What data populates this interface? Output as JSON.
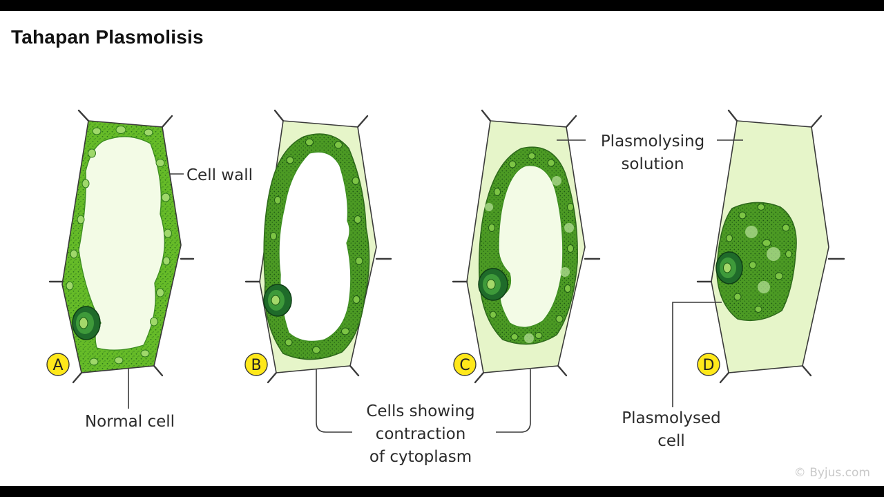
{
  "title": "Tahapan Plasmolisis",
  "cells": [
    {
      "letter": "A"
    },
    {
      "letter": "B"
    },
    {
      "letter": "C"
    },
    {
      "letter": "D"
    }
  ],
  "labels": {
    "cell_wall": "Cell wall",
    "normal_cell": "Normal cell",
    "plasmolysing_line1": "Plasmolysing",
    "plasmolysing_line2": "solution",
    "contraction_line1": "Cells showing",
    "contraction_line2": "contraction",
    "contraction_line3": "of cytoplasm",
    "plasmolysed_line1": "Plasmolysed",
    "plasmolysed_line2": "cell"
  },
  "credit": "© Byjus.com",
  "colors": {
    "cytoplasm": "#6cbf2a",
    "cytoplasm_dark": "#3f8f22",
    "solution": "#e6f5c9",
    "vacuole": "#f3fbe6",
    "nucleus": "#1f6b2a",
    "badge": "#ffe81a",
    "outline": "#3a3a3a"
  }
}
